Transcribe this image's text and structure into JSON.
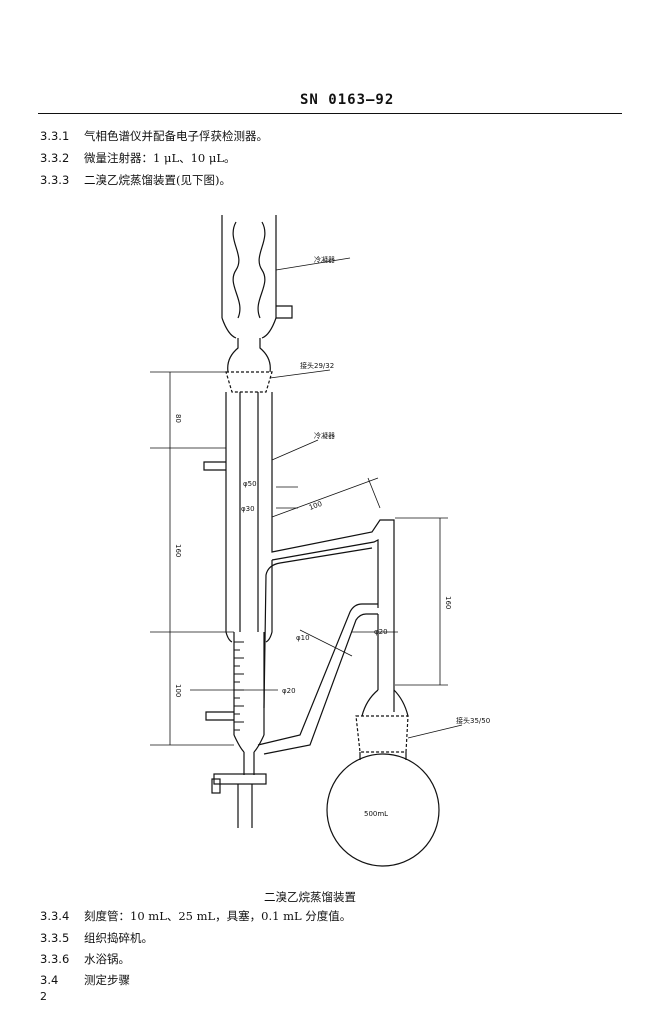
{
  "header": {
    "standard_number": "SN 0163—92"
  },
  "items_top": [
    {
      "num": "3.3.1",
      "text": "气相色谱仪并配备电子俘获检测器。"
    },
    {
      "num": "3.3.2",
      "text": "微量注射器：1 μL、10 μL。"
    },
    {
      "num": "3.3.3",
      "text": "二溴乙烷蒸馏装置(见下图)。"
    }
  ],
  "figure": {
    "labels": {
      "condenser_top": "冷凝器",
      "joint_top": "接头29/32",
      "condenser_mid": "冷凝器",
      "joint_flask": "接头35/50",
      "flask_volume": "500mL"
    },
    "dimensions": {
      "d50": "φ50",
      "d30": "φ30",
      "d20_right": "φ20",
      "d10": "φ10",
      "d20_low": "φ20",
      "len_100_diag": "100",
      "len_80": "80",
      "len_160_left": "160",
      "len_100_left": "100",
      "len_160_right": "160"
    },
    "caption": "二溴乙烷蒸馏装置"
  },
  "items_bottom": [
    {
      "num": "3.3.4",
      "text": "刻度管：10 mL、25 mL，具塞，0.1 mL 分度值。"
    },
    {
      "num": "3.3.5",
      "text": "组织捣碎机。"
    },
    {
      "num": "3.3.6",
      "text": "水浴锅。"
    },
    {
      "num": "3.4",
      "text": "测定步骤"
    }
  ],
  "page_number": "2"
}
